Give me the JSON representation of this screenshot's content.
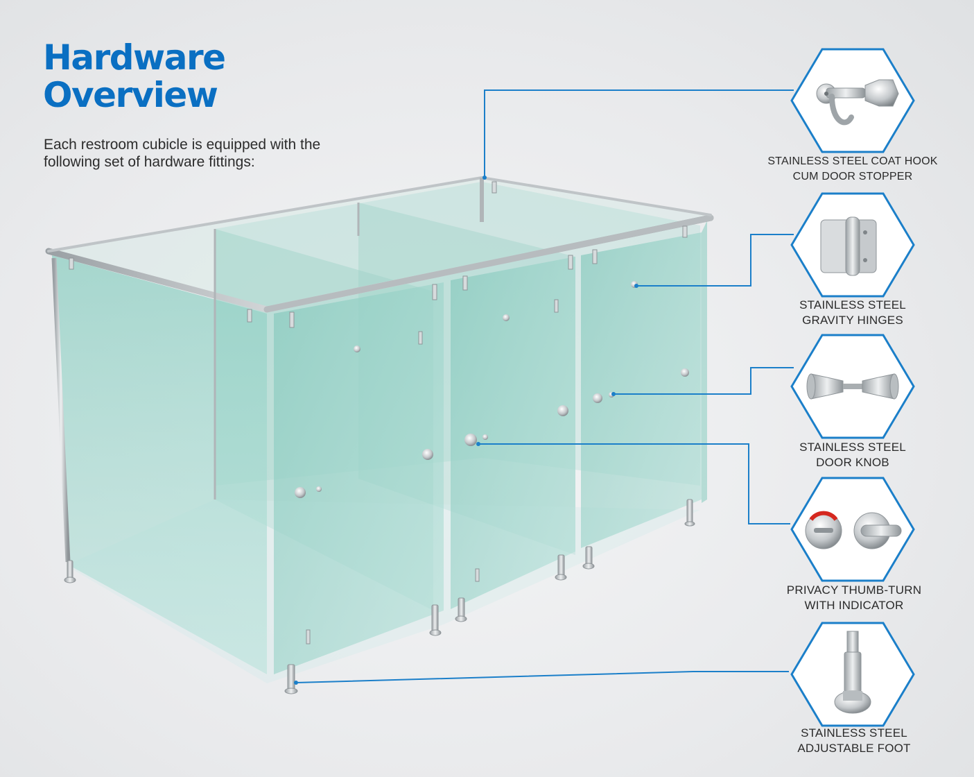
{
  "title": {
    "line1": "Hardware",
    "line2": "Overview"
  },
  "intro": {
    "line1": "Each restroom cubicle is equipped with the",
    "line2": "following set of hardware fittings:"
  },
  "colors": {
    "accent": "#0a6fc2",
    "callout_line": "#1b7fc9",
    "glass": "#9fd3c8",
    "steel": "#c9cdd0"
  },
  "callouts": [
    {
      "id": "coat-hook",
      "icon": "coat-hook-icon",
      "line1": "STAINLESS STEEL COAT HOOK",
      "line2": "CUM DOOR STOPPER"
    },
    {
      "id": "gravity-hinges",
      "icon": "hinge-icon",
      "line1": "STAINLESS STEEL",
      "line2": "GRAVITY HINGES"
    },
    {
      "id": "door-knob",
      "icon": "door-knob-icon",
      "line1": "STAINLESS STEEL",
      "line2": "DOOR KNOB"
    },
    {
      "id": "thumb-turn",
      "icon": "thumb-turn-icon",
      "line1": "PRIVACY THUMB-TURN",
      "line2": "WITH INDICATOR"
    },
    {
      "id": "adjustable-foot",
      "icon": "adjustable-foot-icon",
      "line1": "STAINLESS STEEL",
      "line2": "ADJUSTABLE FOOT"
    }
  ]
}
